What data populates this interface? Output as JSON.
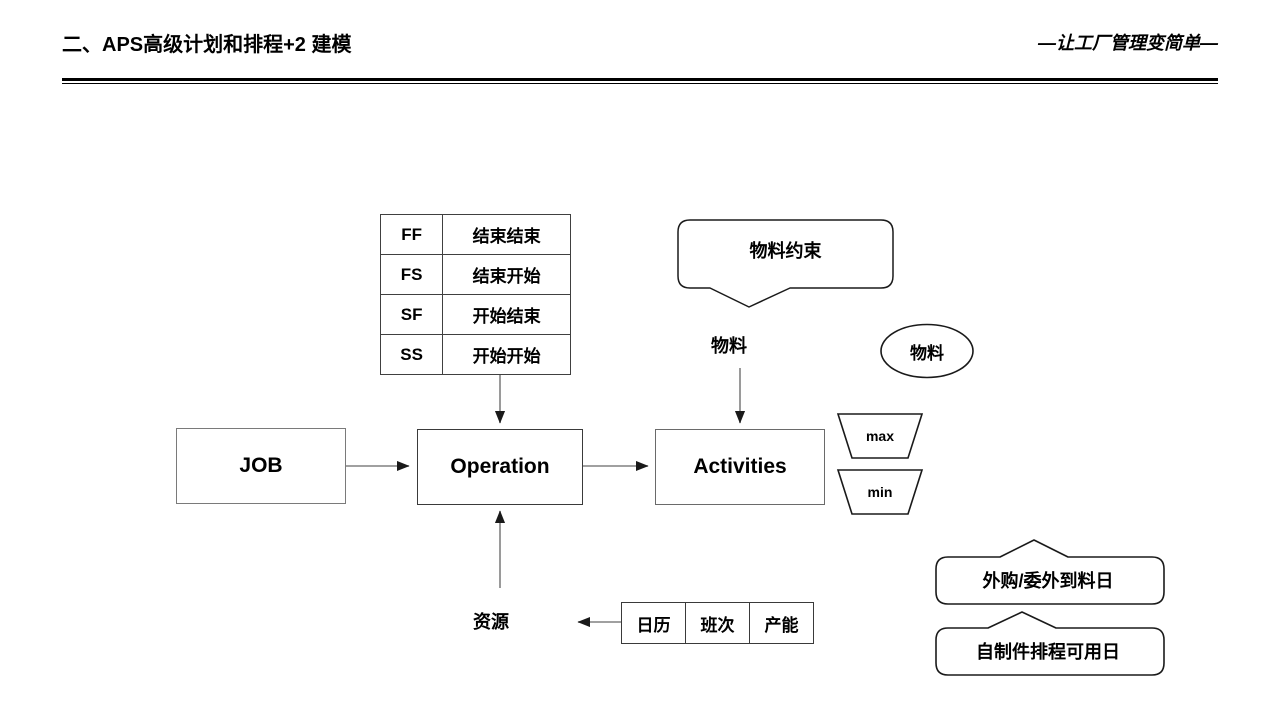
{
  "header": {
    "title": "二、APS高级计划和排程+2 建模",
    "slogan": "—让工厂管理变简单—"
  },
  "diagram": {
    "dependency_table": {
      "rows": [
        {
          "code": "FF",
          "desc": "结束结束"
        },
        {
          "code": "FS",
          "desc": "结束开始"
        },
        {
          "code": "SF",
          "desc": "开始结束"
        },
        {
          "code": "SS",
          "desc": "开始开始"
        }
      ]
    },
    "process_boxes": [
      {
        "id": "job",
        "label": "JOB"
      },
      {
        "id": "operation",
        "label": "Operation"
      },
      {
        "id": "activities",
        "label": "Activities"
      }
    ],
    "callouts": [
      {
        "id": "material-constraint",
        "label": "物料约束"
      },
      {
        "id": "purchase-arrival-date",
        "label": "外购/委外到料日"
      },
      {
        "id": "inhouse-available-date",
        "label": "自制件排程可用日"
      }
    ],
    "ellipse": {
      "label": "物料"
    },
    "trapezoids": [
      {
        "id": "max",
        "label": "max"
      },
      {
        "id": "min",
        "label": "min"
      }
    ],
    "labels": {
      "material": "物料",
      "resource": "资源"
    },
    "resource_table": {
      "cells": [
        "日历",
        "班次",
        "产能"
      ]
    }
  },
  "colors": {
    "background": "#ffffff",
    "line": "#000000",
    "box_border": "#7a7a7a",
    "arrow": "#808080",
    "text": "#000000"
  }
}
